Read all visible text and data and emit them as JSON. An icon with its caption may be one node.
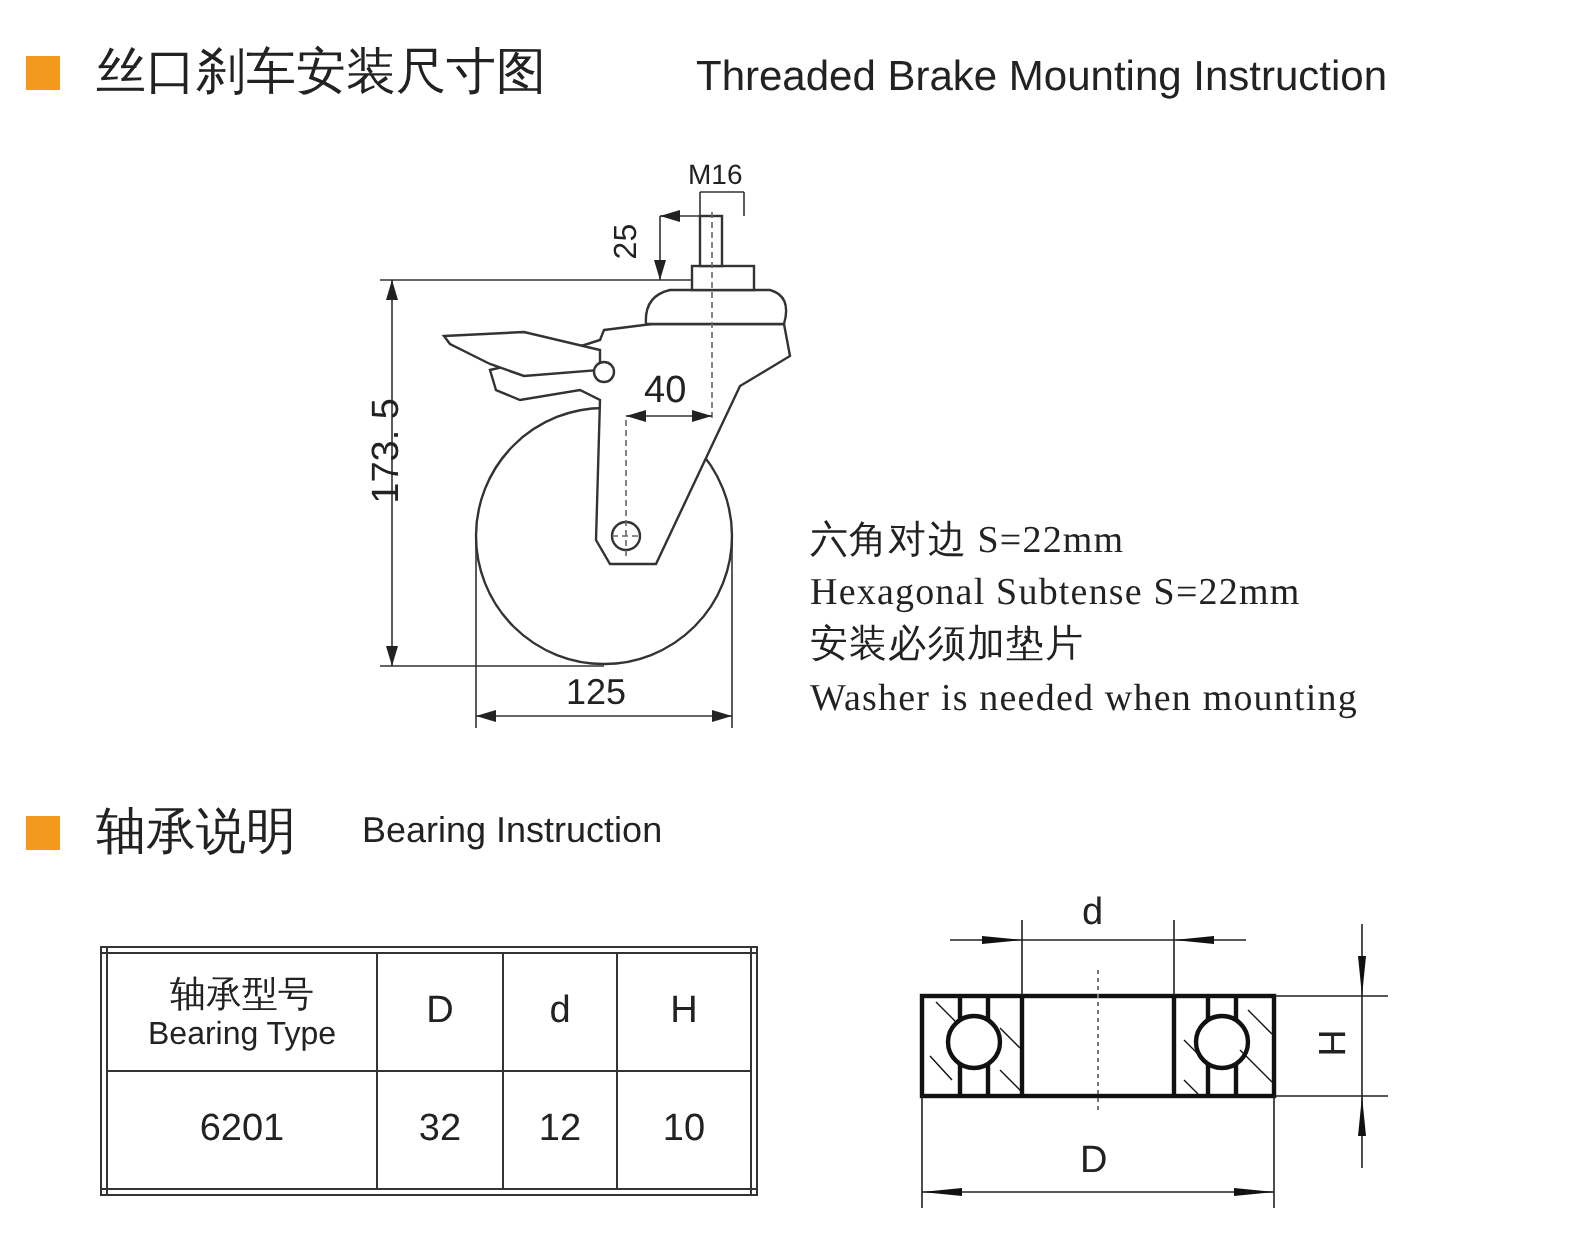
{
  "diagram": {
    "labels": [
      "丝口刹车安装尺寸图",
      "Threaded Brake Mounting Instruction",
      "M16",
      "25",
      "40",
      "173. 5",
      "125",
      "六角对边 S=22mm",
      "Hexagonal Subtense S=22mm",
      "安装必须加垫片",
      "Washer is needed when mounting",
      "轴承说明",
      "Bearing Instruction",
      "轴承型号",
      "Bearing Type",
      "D",
      "d",
      "H",
      "6201",
      "32",
      "12",
      "10",
      "d",
      "H",
      "D"
    ]
  }
}
